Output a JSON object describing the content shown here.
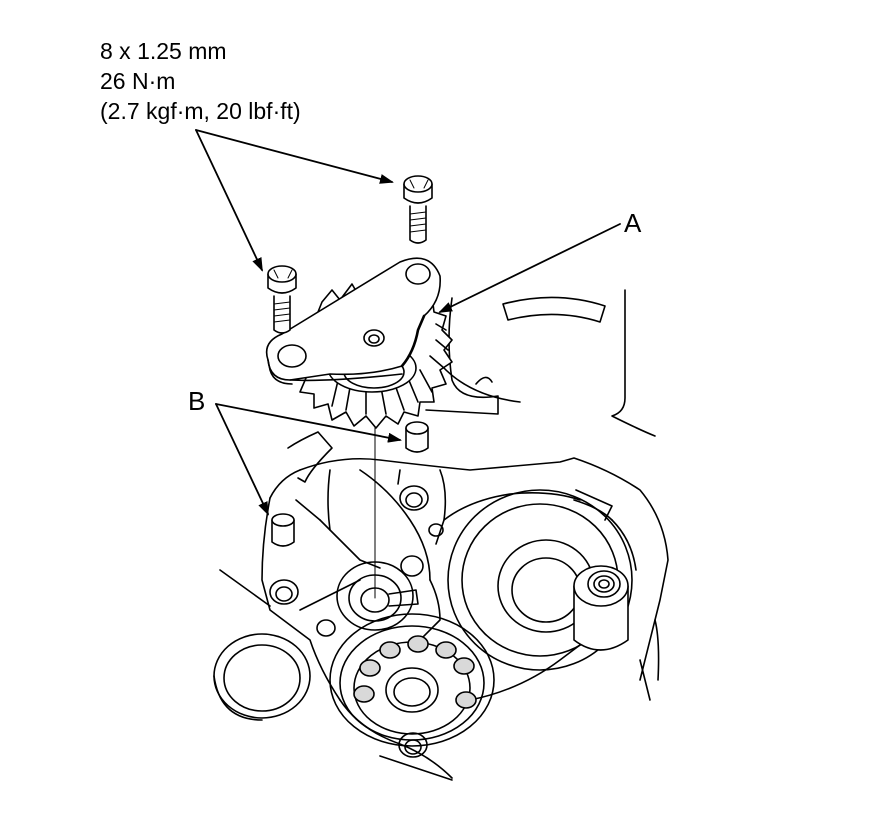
{
  "spec": {
    "line1": "8 x 1.25 mm",
    "line2": "26 N·m",
    "line3": "(2.7 kgf·m, 20 lbf·ft)"
  },
  "callouts": {
    "a": "A",
    "b": "B"
  },
  "colors": {
    "ink": "#000000",
    "paper": "#ffffff",
    "shade": "#d9d9d9",
    "shade_dark": "#bdbdbd"
  }
}
